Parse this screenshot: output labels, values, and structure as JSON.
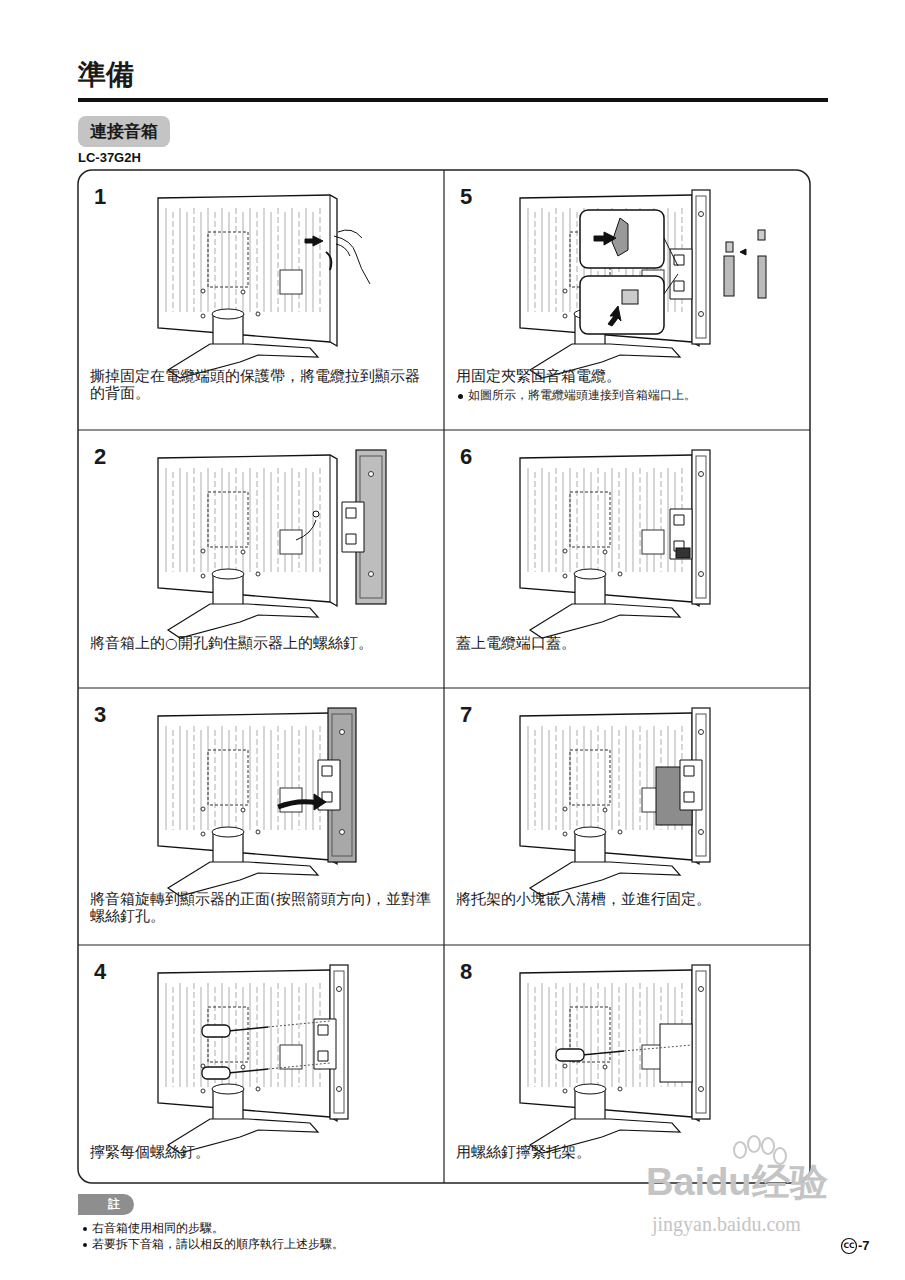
{
  "diagram": {
    "title": "準備",
    "nodes": [
      {
        "text": [
          "連接音箱"
        ]
      },
      {
        "text": [
          "1",
          "撕掉固定在電纜端頭的保護帶，將電纜拉到顯示器的背面。"
        ]
      },
      {
        "text": [
          "2",
          "將音箱上的○開孔鉤住顯示器上的螺絲釘。"
        ]
      },
      {
        "text": [
          "3",
          "將音箱旋轉到顯示器的正面(按照箭頭方向)，並對準螺絲釘孔。"
        ]
      },
      {
        "text": [
          "4",
          "擰緊每個螺絲釘。"
        ]
      },
      {
        "text": [
          "5",
          "用固定夾緊固音箱電纜。",
          "如圖所示，將電纜端頭連接到音箱端口上。"
        ]
      },
      {
        "text": [
          "6",
          "蓋上電纜端口蓋。"
        ]
      },
      {
        "text": [
          "7",
          "將托架的小塊嵌入溝槽，並進行固定。"
        ]
      },
      {
        "text": [
          "8",
          "用螺絲釘擰緊托架。"
        ]
      },
      {
        "text": [
          "註"
        ]
      }
    ],
    "labels": [
      "LC-37G2H",
      "右音箱使用相同的步驟。",
      "若要拆下音箱，請以相反的順序執行上述步驟。",
      "CC",
      "-7",
      "Baidu经验",
      "jingyan.baidu.com"
    ]
  }
}
